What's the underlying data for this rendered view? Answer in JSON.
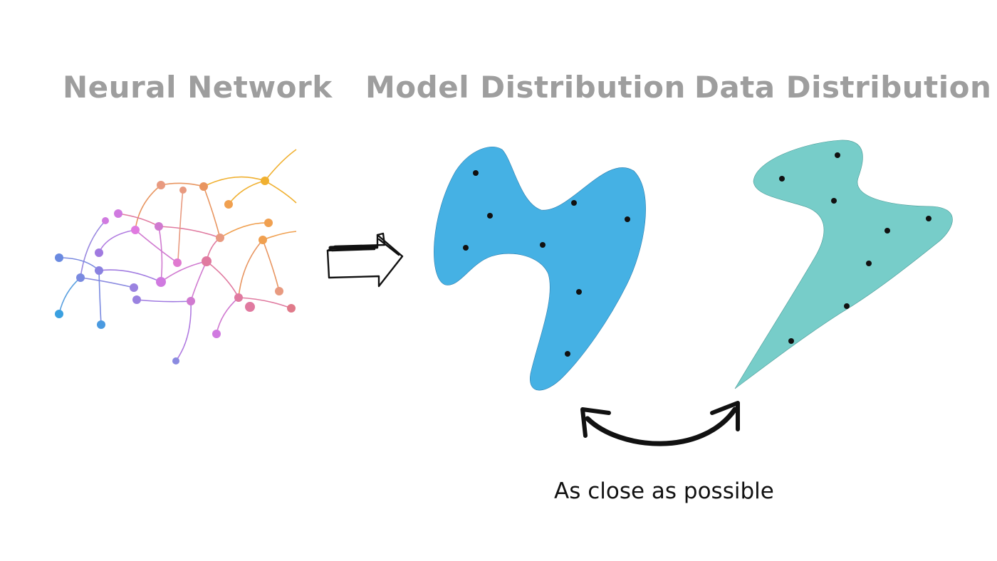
{
  "headings": {
    "neural_network": "Neural Network",
    "model_distribution": "Model Distribution",
    "data_distribution": "Data Distribution"
  },
  "caption": "As close as possible",
  "colors": {
    "heading": "#9e9e9e",
    "model_blob": "#45b1e4",
    "data_blob": "#77cdc9",
    "sample_point": "#111111",
    "arrow": "#111111"
  },
  "icons": {
    "right_arrow": "hand-drawn-right-arrow-icon",
    "double_arrow": "curved-double-arrow-icon"
  }
}
